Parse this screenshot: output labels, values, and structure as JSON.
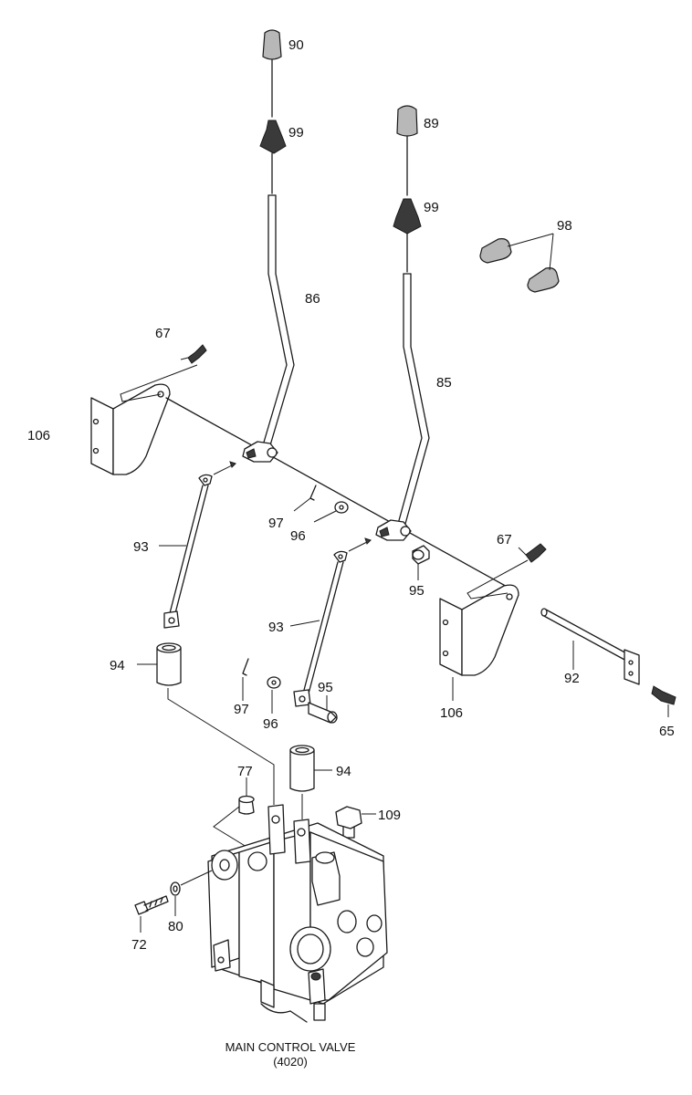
{
  "diagram": {
    "caption_line1": "MAIN CONTROL VALVE",
    "caption_line2": "(4020)",
    "callouts": [
      {
        "id": "knob-left",
        "text": "90"
      },
      {
        "id": "boot-left",
        "text": "99"
      },
      {
        "id": "knob-right",
        "text": "89"
      },
      {
        "id": "boot-right",
        "text": "99"
      },
      {
        "id": "caps",
        "text": "98"
      },
      {
        "id": "lever-left",
        "text": "86"
      },
      {
        "id": "lever-right",
        "text": "85"
      },
      {
        "id": "bolt-left",
        "text": "67"
      },
      {
        "id": "bracket-left",
        "text": "106"
      },
      {
        "id": "pin-clip-upper",
        "text": "97"
      },
      {
        "id": "washer-upper",
        "text": "96"
      },
      {
        "id": "rod-left",
        "text": "93"
      },
      {
        "id": "bolt-right",
        "text": "67"
      },
      {
        "id": "pin-upper",
        "text": "95"
      },
      {
        "id": "rod-right",
        "text": "93"
      },
      {
        "id": "sleeve-left",
        "text": "94"
      },
      {
        "id": "shaft",
        "text": "92"
      },
      {
        "id": "pin-clip-lower",
        "text": "97"
      },
      {
        "id": "pin-lower",
        "text": "95"
      },
      {
        "id": "washer-lower",
        "text": "96"
      },
      {
        "id": "bracket-right",
        "text": "106"
      },
      {
        "id": "bolt-shaft",
        "text": "65"
      },
      {
        "id": "plug",
        "text": "77"
      },
      {
        "id": "sleeve-right",
        "text": "94"
      },
      {
        "id": "relief-plug",
        "text": "109"
      },
      {
        "id": "washer-valve",
        "text": "80"
      },
      {
        "id": "bolt-valve",
        "text": "72"
      }
    ]
  }
}
